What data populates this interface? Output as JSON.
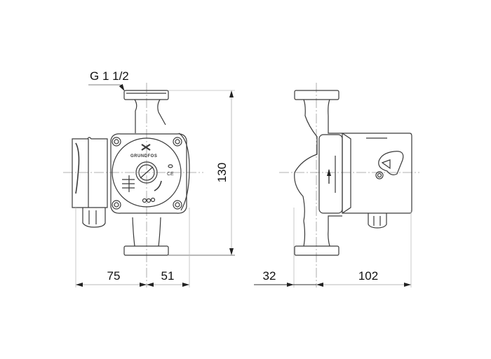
{
  "drawing": {
    "subject": "circulator pump",
    "brand_label": "GRUNDFOS",
    "ce_mark": "CE",
    "connection_label": "G 1 1/2",
    "front_view": {
      "dimensions": {
        "height": "130",
        "left_width": "75",
        "right_width": "51"
      }
    },
    "side_view": {
      "dimensions": {
        "left_offset": "32",
        "depth": "102"
      }
    }
  },
  "colors": {
    "line": "#3a3a3a",
    "dim_line": "#c8c8c8",
    "text": "#111111"
  }
}
